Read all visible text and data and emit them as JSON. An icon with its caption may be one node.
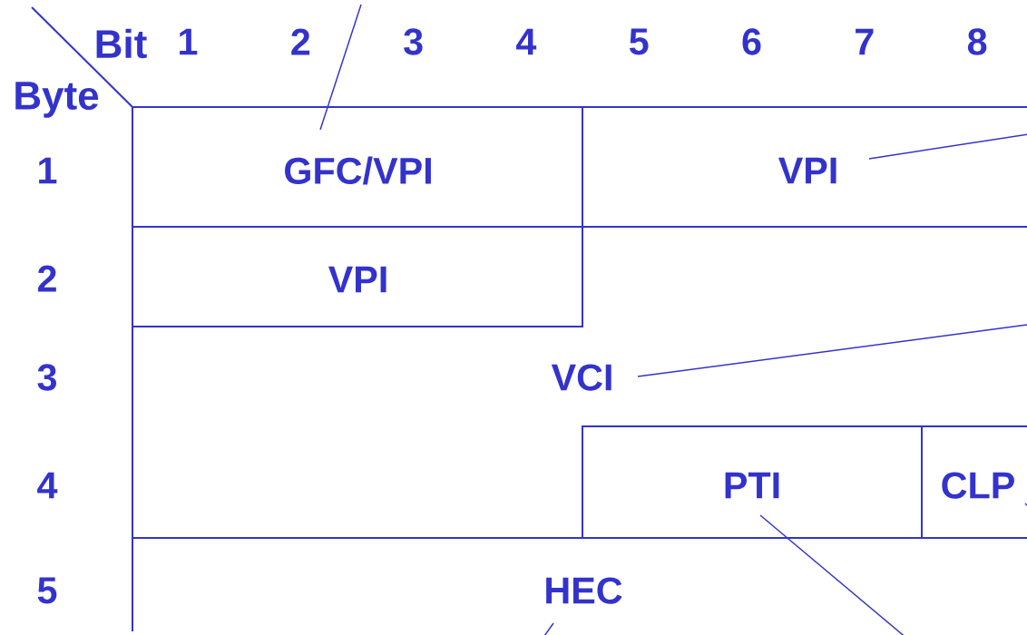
{
  "diagram": {
    "nodes": [
      {
        "text": [
          "GFC/VPI"
        ]
      },
      {
        "text": [
          "VPI"
        ]
      },
      {
        "text": [
          "VPI"
        ]
      },
      {
        "text": [
          "VCI"
        ]
      },
      {
        "text": [
          "PTI"
        ]
      },
      {
        "text": [
          "CLP"
        ]
      },
      {
        "text": [
          "HEC"
        ]
      }
    ],
    "edges": [
      {
        "from": 0,
        "to": null,
        "arrow": "none"
      },
      {
        "from": 1,
        "to": null,
        "arrow": "none"
      },
      {
        "from": 3,
        "to": null,
        "arrow": "none"
      },
      {
        "from": 5,
        "to": null,
        "arrow": "none"
      },
      {
        "from": 4,
        "to": null,
        "arrow": "none"
      },
      {
        "from": 6,
        "to": null,
        "arrow": "none"
      }
    ],
    "labels": [
      "Bit",
      "1",
      "2",
      "3",
      "4",
      "5",
      "6",
      "7",
      "8",
      "Byte",
      "1",
      "2",
      "3",
      "4",
      "5"
    ]
  }
}
